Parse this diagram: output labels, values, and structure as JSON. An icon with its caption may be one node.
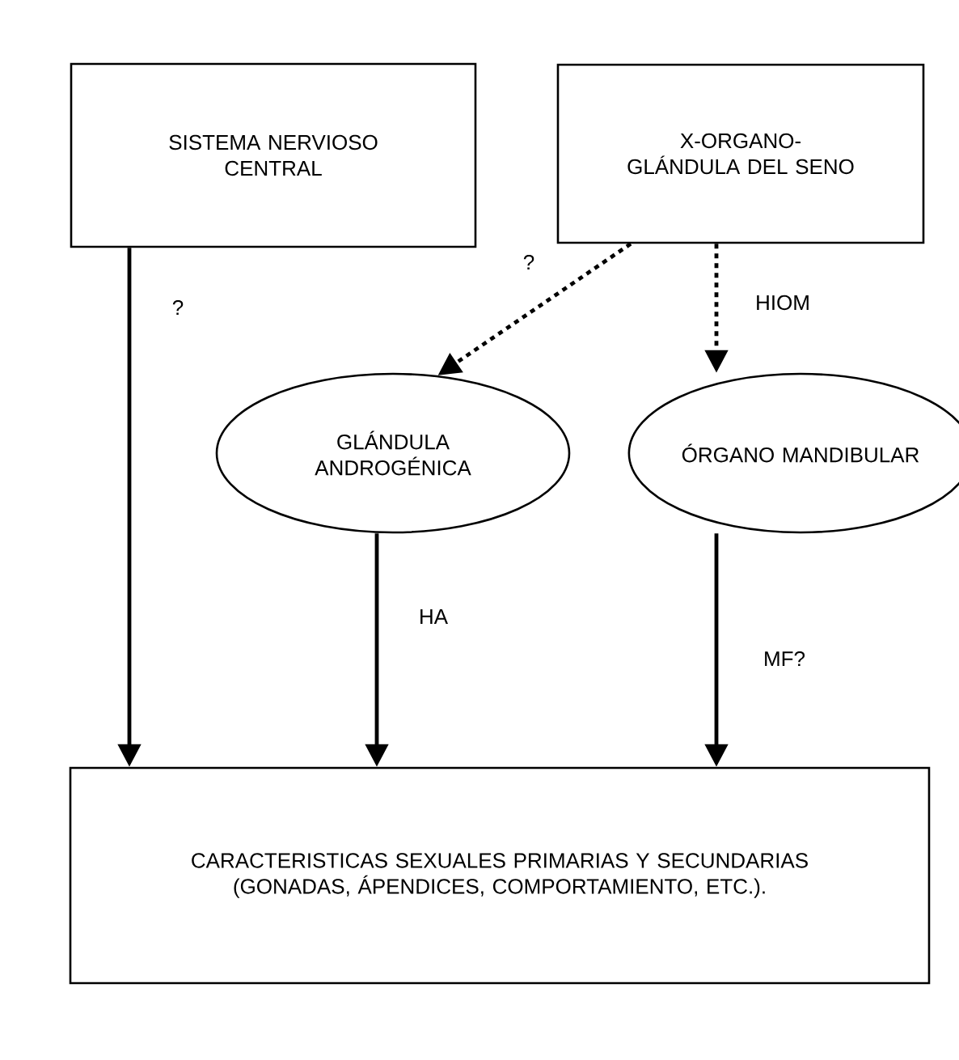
{
  "diagram": {
    "nodes": [
      {
        "text": [
          "SISTEMA NERVIOSO CENTRAL"
        ]
      },
      {
        "text": [
          "X-ORGANO-GLÁNDULA DEL SENO"
        ]
      },
      {
        "text": [
          "GLÁNDULA ANDROGÉNICA"
        ]
      },
      {
        "text": [
          "ÓRGANO MANDIBULAR"
        ]
      },
      {
        "text": [
          "CARACTERISTICAS SEXUALES PRIMARIAS Y SECUNDARIAS (GONADAS, ÁPENDICES, COMPORTAMIENTO, ETC.)."
        ]
      }
    ],
    "edges": [
      {
        "from": 0,
        "to": 4,
        "arrow": "to",
        "label": "?"
      },
      {
        "from": 1,
        "to": 2,
        "arrow": "to",
        "label": "?",
        "style": "dashed"
      },
      {
        "from": 1,
        "to": 3,
        "arrow": "to",
        "label": "HIOM",
        "style": "dashed"
      },
      {
        "from": 2,
        "to": 4,
        "arrow": "to",
        "label": "HA"
      },
      {
        "from": 3,
        "to": 4,
        "arrow": "to",
        "label": "MF?"
      }
    ]
  }
}
